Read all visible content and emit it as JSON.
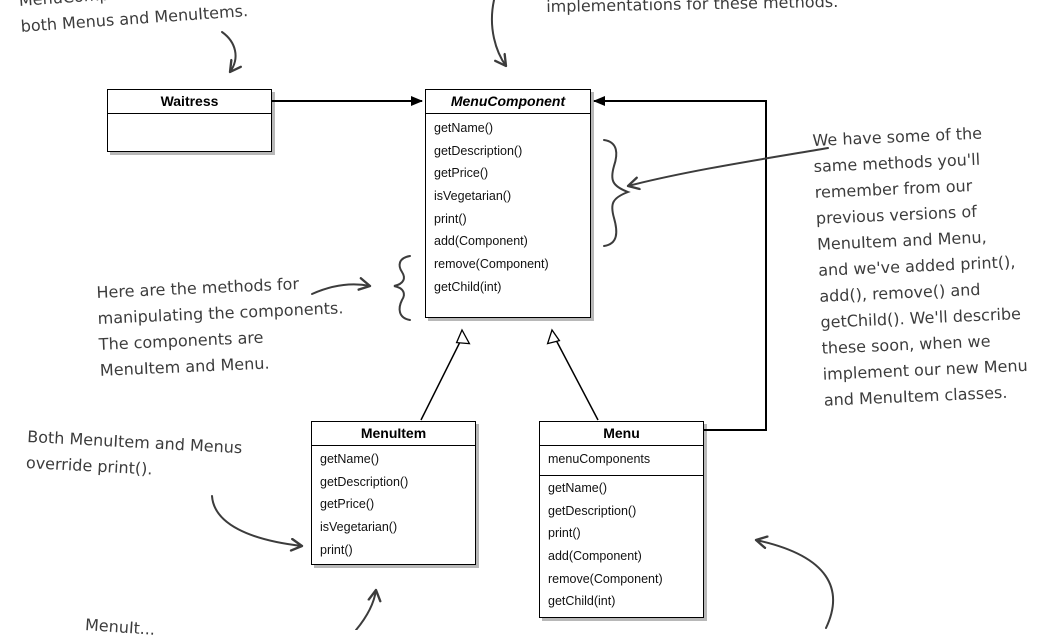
{
  "classes": {
    "waitress": {
      "name": "Waitress",
      "fields": [],
      "methods": []
    },
    "menu_component": {
      "name": "MenuComponent",
      "methods": [
        "getName()",
        "getDescription()",
        "getPrice()",
        "isVegetarian()",
        "print()",
        "add(Component)",
        "remove(Component)",
        "getChild(int)"
      ]
    },
    "menu_item": {
      "name": "MenuItem",
      "methods": [
        "getName()",
        "getDescription()",
        "getPrice()",
        "isVegetarian()",
        "print()"
      ]
    },
    "menu": {
      "name": "Menu",
      "fields": [
        "menuComponents"
      ],
      "methods": [
        "getName()",
        "getDescription()",
        "print()",
        "add(Component)",
        "remove(Component)",
        "getChild(int)"
      ]
    }
  },
  "notes": {
    "top_left": [
      "MenuComponent ...",
      "both Menus and MenuItems."
    ],
    "top_center": [
      "implementations for these methods."
    ],
    "right": [
      "We have some of the",
      "same methods you'll",
      "remember from our",
      "previous versions of",
      "MenuItem and Menu,",
      "and we've added print(),",
      "add(), remove() and",
      "getChild().  We'll describe",
      "these soon, when we",
      "implement our new Menu",
      "and MenuItem classes."
    ],
    "left_middle": [
      "Here are the methods for",
      "manipulating the components.",
      "The components are",
      "MenuItem and Menu."
    ],
    "left_lower": [
      "Both MenuItem and Menus",
      "override print()."
    ],
    "bottom_left": [
      "MenuIt..."
    ]
  },
  "colors": {
    "line": "#000000",
    "annotation": "#3c3c3c",
    "shadow": "#9a9a9a"
  }
}
